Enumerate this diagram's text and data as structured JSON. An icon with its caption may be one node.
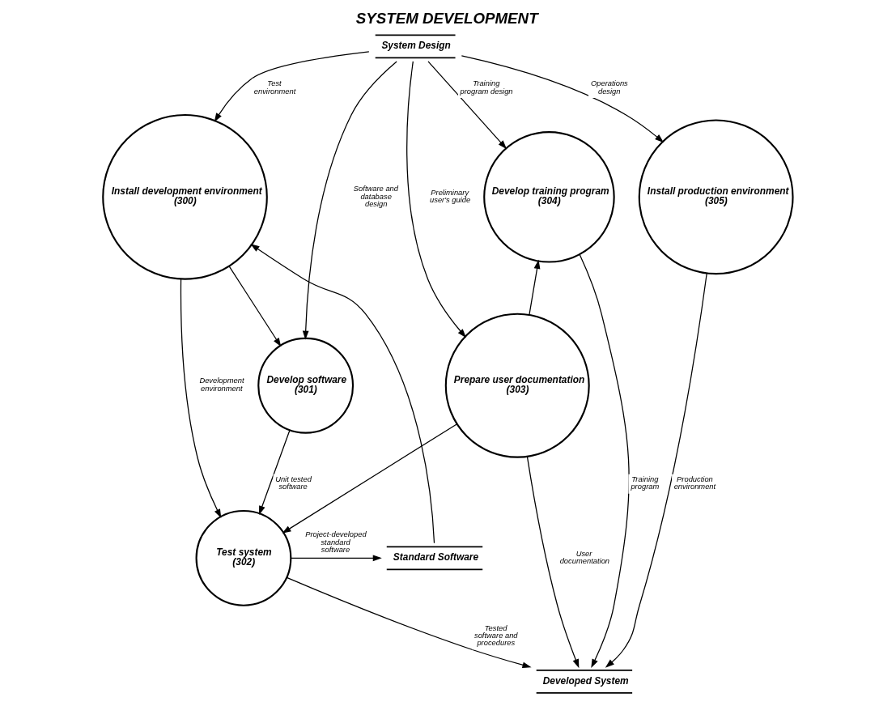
{
  "diagram": {
    "title": "SYSTEM DEVELOPMENT",
    "nodes": [
      {
        "text": [
          "System Design"
        ]
      },
      {
        "text": [
          "Install development environment",
          "(300)"
        ]
      },
      {
        "text": [
          "Develop software",
          "(301)"
        ]
      },
      {
        "text": [
          "Prepare user documentation",
          "(303)"
        ]
      },
      {
        "text": [
          "Develop training program",
          "(304)"
        ]
      },
      {
        "text": [
          "Test system",
          "(302)"
        ]
      },
      {
        "text": [
          "Install production environment",
          "(305)"
        ]
      },
      {
        "text": [
          "Standard Software"
        ]
      },
      {
        "text": [
          "Developed System"
        ]
      }
    ],
    "edges": [
      {
        "from": 0,
        "to": 1,
        "arrow": "to",
        "label": "Test environment"
      },
      {
        "from": 0,
        "to": 2,
        "arrow": "to",
        "label": "Software and database design"
      },
      {
        "from": 0,
        "to": 3,
        "arrow": "to",
        "label": "Preliminary user's guide"
      },
      {
        "from": 0,
        "to": 4,
        "arrow": "to",
        "label": "Training program design"
      },
      {
        "from": 0,
        "to": 6,
        "arrow": "to",
        "label": "Operations design"
      },
      {
        "from": 1,
        "to": 2,
        "arrow": "to"
      },
      {
        "from": 1,
        "to": 5,
        "arrow": "to",
        "label": "Development environment"
      },
      {
        "from": 2,
        "to": 5,
        "arrow": "to",
        "label": "Unit tested software"
      },
      {
        "from": 3,
        "to": 4,
        "arrow": "to"
      },
      {
        "from": 3,
        "to": 5,
        "arrow": "to"
      },
      {
        "from": 3,
        "to": 8,
        "arrow": "to",
        "label": "User documentation"
      },
      {
        "from": 4,
        "to": 8,
        "arrow": "to",
        "label": "Training program"
      },
      {
        "from": 5,
        "to": 7,
        "arrow": "to",
        "label": "Project-developed standard software"
      },
      {
        "from": 7,
        "to": 1,
        "arrow": "to"
      },
      {
        "from": 5,
        "to": 8,
        "arrow": "to",
        "label": "Tested software and procedures"
      },
      {
        "from": 6,
        "to": 8,
        "arrow": "to",
        "label": "Production environment"
      }
    ]
  }
}
